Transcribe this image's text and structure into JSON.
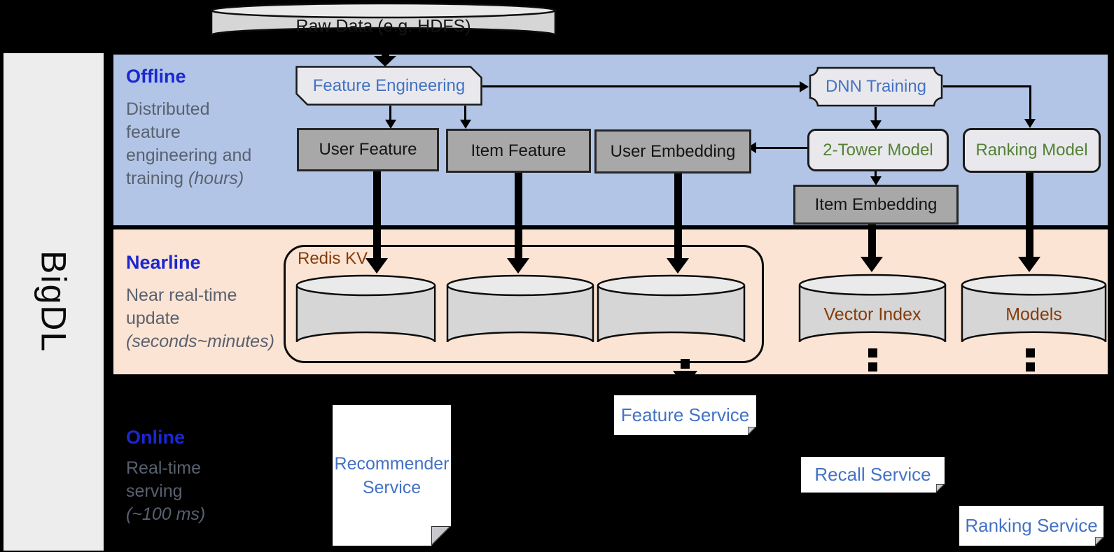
{
  "brand": "BigDL",
  "raw_data_label": "Raw Data (e.g. HDFS)",
  "lanes": {
    "offline": {
      "title": "Offline",
      "lines": [
        "Distributed",
        "feature",
        "engineering and"
      ],
      "tail": "training ",
      "tail_italic": "(hours)"
    },
    "nearline": {
      "title": "Nearline",
      "lines": [
        "Near real-time",
        "update"
      ],
      "tail": "",
      "tail_italic": "(seconds~minutes)"
    },
    "online": {
      "title": "Online",
      "lines": [
        "Real-time",
        "serving"
      ],
      "tail": "",
      "tail_italic": "(~100 ms)"
    }
  },
  "offline_nodes": {
    "feature_engineering": "Feature Engineering",
    "user_feature": "User Feature",
    "item_feature": "Item Feature",
    "user_embedding": "User Embedding",
    "dnn_training": "DNN Training",
    "two_tower_model": "2-Tower Model",
    "ranking_model": "Ranking Model",
    "item_embedding": "Item Embedding"
  },
  "nearline_nodes": {
    "redis_kv": "Redis KV",
    "vector_index": "Vector Index",
    "models": "Models"
  },
  "online_nodes": {
    "recommender_service": "Recommender Service",
    "feature_service": "Feature Service",
    "recall_service": "Recall Service",
    "ranking_service": "Ranking Service"
  },
  "colors": {
    "offline_band": "#b2c5e6",
    "nearline_band": "#fbe4d3",
    "online_band": "#000000",
    "lane_title_blue": "#1b27d0",
    "lane_text_gray": "#5a6170",
    "node_blue_text": "#4472c4",
    "node_green_text": "#538135",
    "store_brown_text": "#843c0c",
    "gray_box": "#a8a8a8",
    "light_box": "#e9e9ed",
    "cylinder_fill": "#d6d6d6"
  }
}
